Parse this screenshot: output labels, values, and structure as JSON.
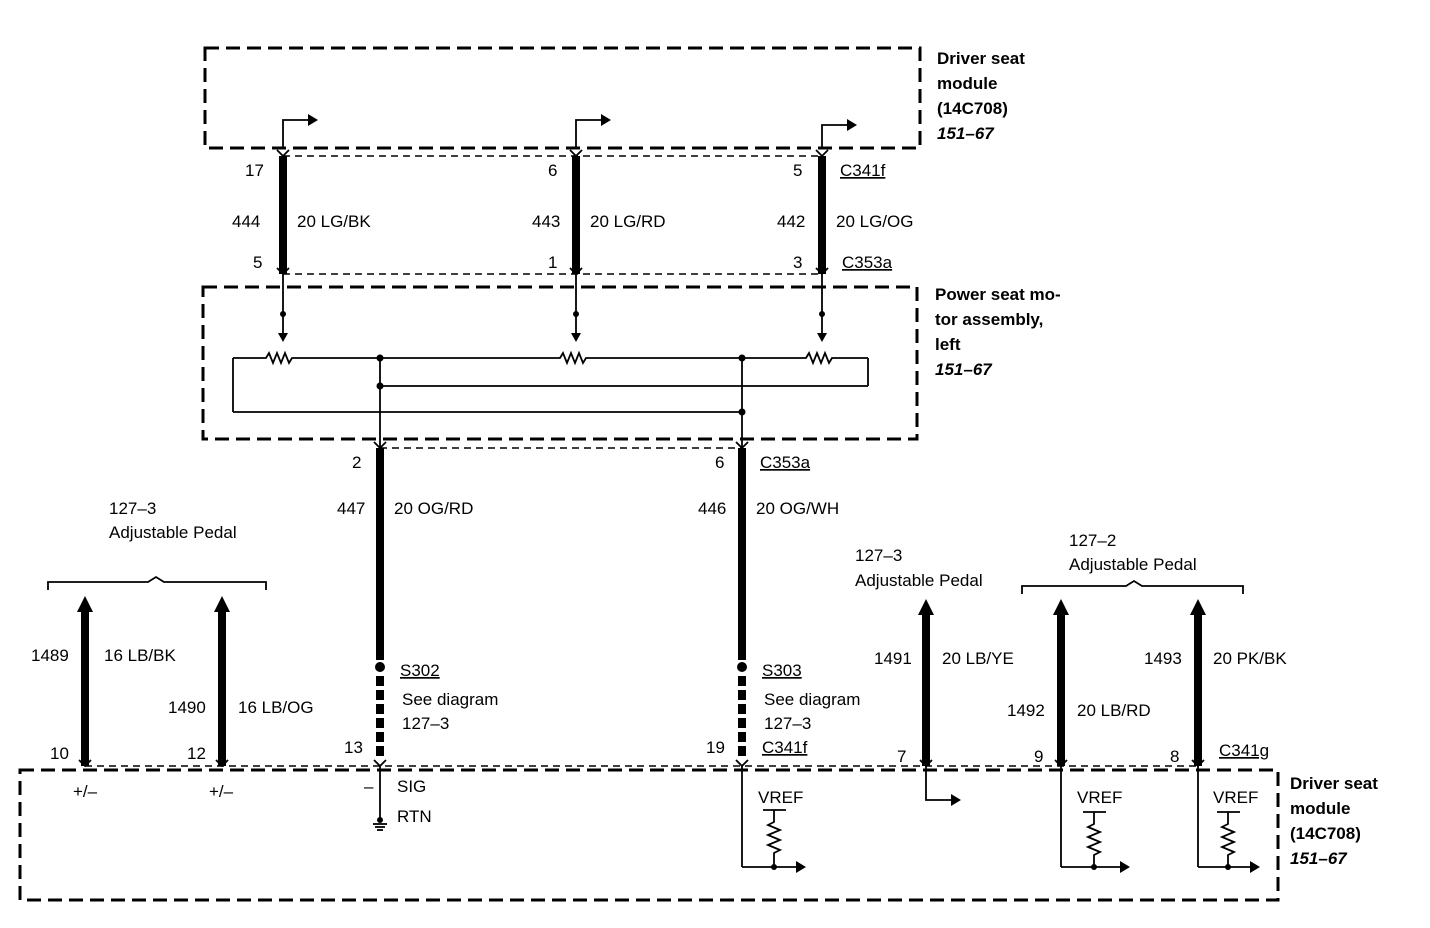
{
  "modules": {
    "driver_top": {
      "lines": [
        "Driver seat",
        "module",
        "(14C708)"
      ],
      "ref": "151–67"
    },
    "motor": {
      "lines": [
        "Power seat mo-",
        "tor assembly,",
        "left"
      ],
      "ref": "151–67"
    },
    "driver_bottom": {
      "lines": [
        "Driver seat",
        "module",
        "(14C708)"
      ],
      "ref": "151–67"
    }
  },
  "connectors": {
    "c341f_top": "C341f",
    "c353a_top": "C353a",
    "c353a_mid": "C353a",
    "c341f_bottom": "C341f",
    "c341g": "C341g"
  },
  "top_wires": [
    {
      "pin_top": "17",
      "circuit": "444",
      "color": "20 LG/BK",
      "pin_bottom": "5"
    },
    {
      "pin_top": "6",
      "circuit": "443",
      "color": "20 LG/RD",
      "pin_bottom": "1"
    },
    {
      "pin_top": "5",
      "circuit": "442",
      "color": "20 LG/OG",
      "pin_bottom": "3"
    }
  ],
  "mid_wires": [
    {
      "pin_top": "2",
      "circuit": "447",
      "color": "20 OG/RD",
      "splice": "S302",
      "see": [
        "See diagram",
        "127–3"
      ],
      "pin_bottom": "13"
    },
    {
      "pin_top": "6",
      "circuit": "446",
      "color": "20 OG/WH",
      "splice": "S303",
      "see": [
        "See diagram",
        "127–3"
      ],
      "pin_bottom": "19"
    }
  ],
  "pedal_groups": {
    "left": {
      "ref": "127–3",
      "name": "Adjustable Pedal"
    },
    "middle": {
      "ref": "127–3",
      "name": "Adjustable Pedal"
    },
    "right": {
      "ref": "127–2",
      "name": "Adjustable Pedal"
    }
  },
  "pedal_wires": [
    {
      "circuit": "1489",
      "color": "16 LB/BK",
      "pin": "10",
      "sign": "+/–"
    },
    {
      "circuit": "1490",
      "color": "16 LB/OG",
      "pin": "12",
      "sign": "+/–"
    },
    {
      "circuit": "1491",
      "color": "20 LB/YE",
      "pin": "7"
    },
    {
      "circuit": "1492",
      "color": "20 LB/RD",
      "pin": "9"
    },
    {
      "circuit": "1493",
      "color": "20 PK/BK",
      "pin": "8"
    }
  ],
  "internal": {
    "minus": "–",
    "sig": "SIG",
    "rtn": "RTN",
    "vref": [
      "VREF",
      "VREF",
      "VREF"
    ]
  }
}
